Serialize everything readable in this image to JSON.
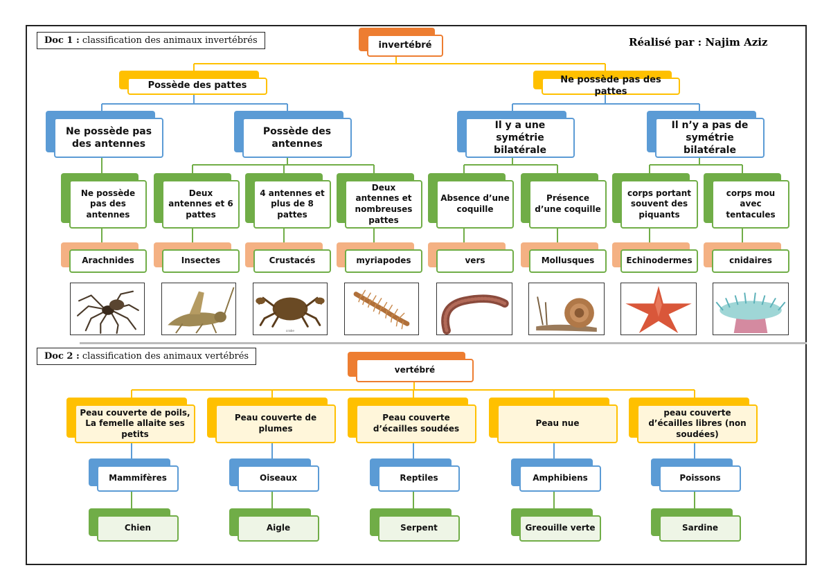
{
  "doc1": {
    "label": "Doc 1 :",
    "title": "classification des animaux invertébrés"
  },
  "doc2": {
    "label": "Doc 2 :",
    "title": "classification des animaux vertébrés"
  },
  "author": "Réalisé par : Najim Aziz",
  "colors": {
    "orange": "#ED7D31",
    "gold": "#FFC000",
    "blue": "#5B9BD5",
    "green": "#70AD47",
    "peach": "#F4B183",
    "cream": "#FFF6DA",
    "paleGreen": "#EEF5E6"
  },
  "invertebrates": {
    "root": "invertébré",
    "level1": [
      "Possède des pattes",
      "Ne possède pas des pattes"
    ],
    "level2": [
      "Ne possède pas des antennes",
      "Possède des antennes",
      "Il y a une symétrie bilatérale",
      "Il n’y a pas de symétrie bilatérale"
    ],
    "level3": [
      "Ne possède pas des antennes",
      "Deux antennes et 6 pattes",
      "4 antennes et plus de 8 pattes",
      "Deux antennes et nombreuses pattes",
      "Absence d’une coquille",
      "Présence d’une coquille",
      "corps portant souvent des piquants",
      "corps mou avec tentacules"
    ],
    "groups": [
      "Arachnides",
      "Insectes",
      "Crustacés",
      "myriapodes",
      "vers",
      "Mollusques",
      "Echinodermes",
      "cnidaires"
    ],
    "images": [
      "spider-image",
      "grasshopper-image",
      "crab-image",
      "centipede-image",
      "worm-image",
      "snail-image",
      "starfish-image",
      "sea-anemone-image"
    ],
    "crab_caption": "crabe"
  },
  "vertebrates": {
    "root": "vertébré",
    "traits": [
      "Peau couverte de poils, La femelle allaite ses petits",
      "Peau couverte de plumes",
      "Peau couverte d’écailles soudées",
      "Peau nue",
      "peau couverte d’écailles libres (non soudées)"
    ],
    "classes": [
      "Mammifères",
      "Oiseaux",
      "Reptiles",
      "Amphibiens",
      "Poissons"
    ],
    "examples": [
      "Chien",
      "Aigle",
      "Serpent",
      "Greouille verte",
      "Sardine"
    ]
  }
}
